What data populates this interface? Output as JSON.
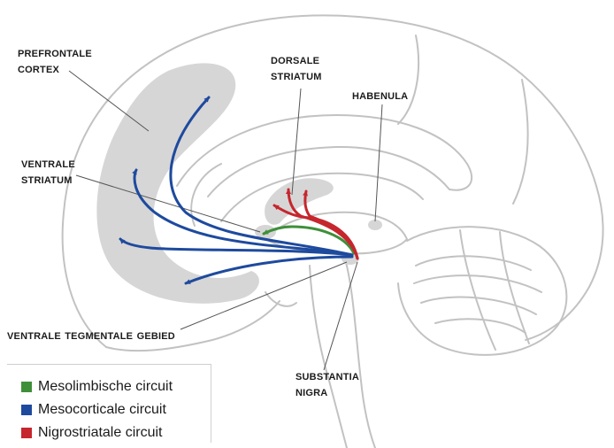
{
  "labels": {
    "prefrontal": [
      "Prefrontale",
      "cortex"
    ],
    "dorsal": [
      "Dorsale",
      "Striatum"
    ],
    "habenula": "Habenula",
    "ventral_striatum": [
      "Ventrale",
      "Striatum"
    ],
    "vta": "Ventrale Tegmentale Gebied",
    "substantia": [
      "Substantia",
      "Nigra"
    ]
  },
  "legend": [
    {
      "label": "Mesolimbische circuit",
      "color": "#3f8f3a"
    },
    {
      "label": "Mesocorticale circuit",
      "color": "#1e4a9e"
    },
    {
      "label": "Nigrostriatale circuit",
      "color": "#c6262d"
    }
  ],
  "colors": {
    "outline": "#c2c2c2",
    "region": "#d6d6d6",
    "leader": "#555555"
  }
}
